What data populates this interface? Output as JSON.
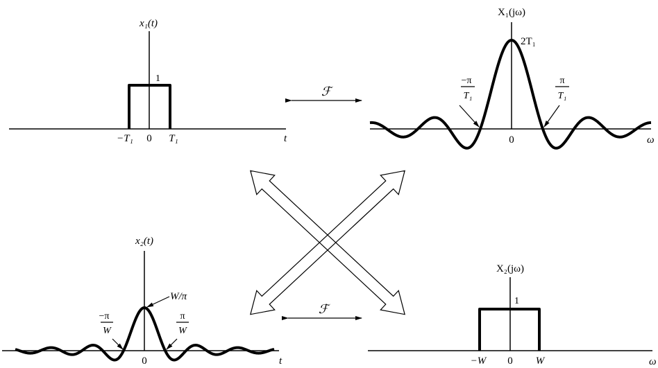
{
  "panels": {
    "x1": {
      "title": "x₁(t)",
      "height_label": "1",
      "ticks": [
        "−T₁",
        "0",
        "T₁"
      ],
      "axis_var": "t"
    },
    "X1": {
      "title": "X₁(jω)",
      "peak_label": "2T₁",
      "zero_neg_num": "−π",
      "zero_pos_num": "π",
      "zero_den": "T₁",
      "ticks": [
        "0"
      ],
      "axis_var": "ω"
    },
    "x2": {
      "title": "x₂(t)",
      "peak_label": "W/π",
      "zero_neg_num": "−π",
      "zero_pos_num": "π",
      "zero_den": "W",
      "ticks": [
        "0"
      ],
      "axis_var": "t"
    },
    "X2": {
      "title": "X₂(jω)",
      "height_label": "1",
      "ticks": [
        "−W",
        "0",
        "W"
      ],
      "axis_var": "ω"
    }
  },
  "transform_label_top": "ℱ",
  "transform_label_bottom": "ℱ"
}
